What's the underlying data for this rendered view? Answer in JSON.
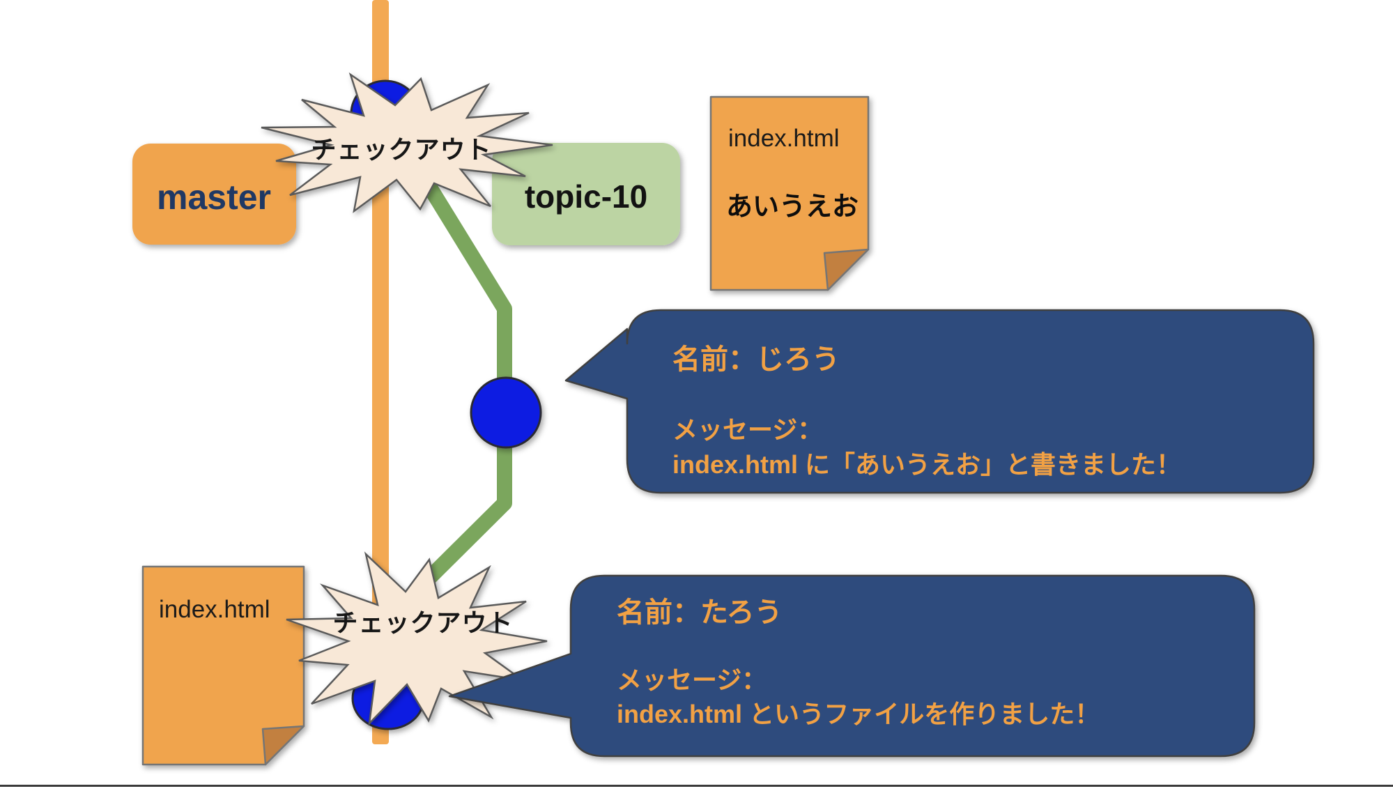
{
  "branches": {
    "master_label": "master",
    "topic_label": "topic-10"
  },
  "checkout_labels": {
    "top": "チェックアウト",
    "bottom": "チェックアウト"
  },
  "file_notes": {
    "top": {
      "filename": "index.html",
      "body": "あいうえお"
    },
    "bottom": {
      "filename": "index.html"
    }
  },
  "commit_bubbles": {
    "jirou": {
      "name": "名前：じろう",
      "message_label": "メッセージ：",
      "message": "index.html に「あいうえお」と書きました！"
    },
    "tarou": {
      "name": "名前：たろう",
      "message_label": "メッセージ：",
      "message": "index.html というファイルを作りました！"
    }
  },
  "colors": {
    "orange": "#F0A44E",
    "orange_line": "#F3A953",
    "fold": "#C28040",
    "green_line": "#7BA65D",
    "green_box": "#BCD4A3",
    "commit_blue": "#0E1FE2",
    "burst_fill": "#F8E8D7",
    "burst_stroke": "#5A5A5A",
    "bubble_fill": "#2E4B7D",
    "bubble_stroke": "#3F3F3F",
    "bubble_text": "#F2A144",
    "master_text": "#1F3864",
    "note_stroke": "#757575",
    "baseline": "#3A3A3A"
  }
}
